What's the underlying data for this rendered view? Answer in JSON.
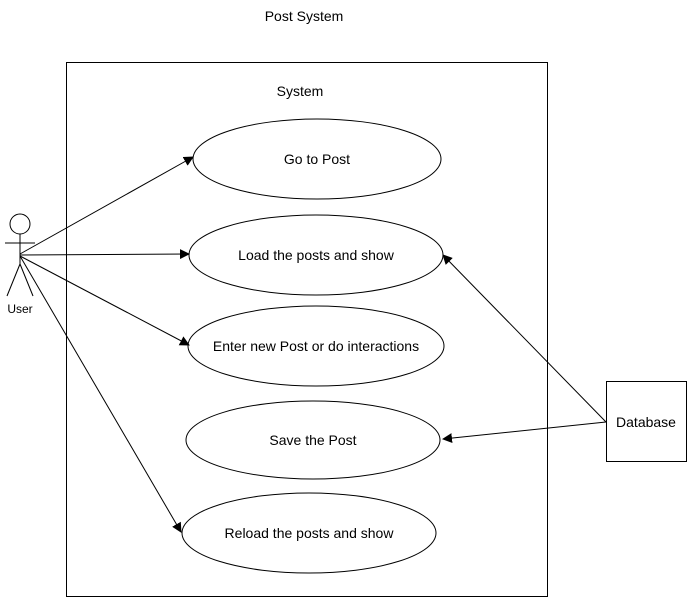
{
  "title": "Post System",
  "system": {
    "label": "System"
  },
  "actors": {
    "user": {
      "label": "User"
    },
    "database": {
      "label": "Database"
    }
  },
  "use_cases": [
    {
      "label": "Go to Post"
    },
    {
      "label": "Load the posts and show"
    },
    {
      "label": "Enter new Post or do interactions"
    },
    {
      "label": "Save the Post"
    },
    {
      "label": "Reload the posts and show"
    }
  ],
  "colors": {
    "stroke": "#000000",
    "background": "#ffffff"
  }
}
